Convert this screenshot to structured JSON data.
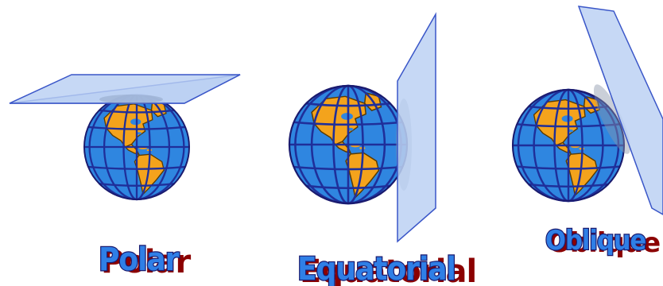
{
  "diagram": {
    "panels": [
      {
        "id": "polar",
        "label": "Polar"
      },
      {
        "id": "equatorial",
        "label": "Equatorial"
      },
      {
        "id": "oblique",
        "label": "Oblique"
      }
    ]
  },
  "colors": {
    "ocean": "#2f86e0",
    "land": "#f4a31c",
    "grid": "#1f2f9a",
    "plane_fill": "#b9d0f3",
    "plane_edge": "#3a56c8",
    "label_fill": "#2f7fe6",
    "label_outline": "#1a1a6e",
    "label_shadow": "#8b0000"
  }
}
